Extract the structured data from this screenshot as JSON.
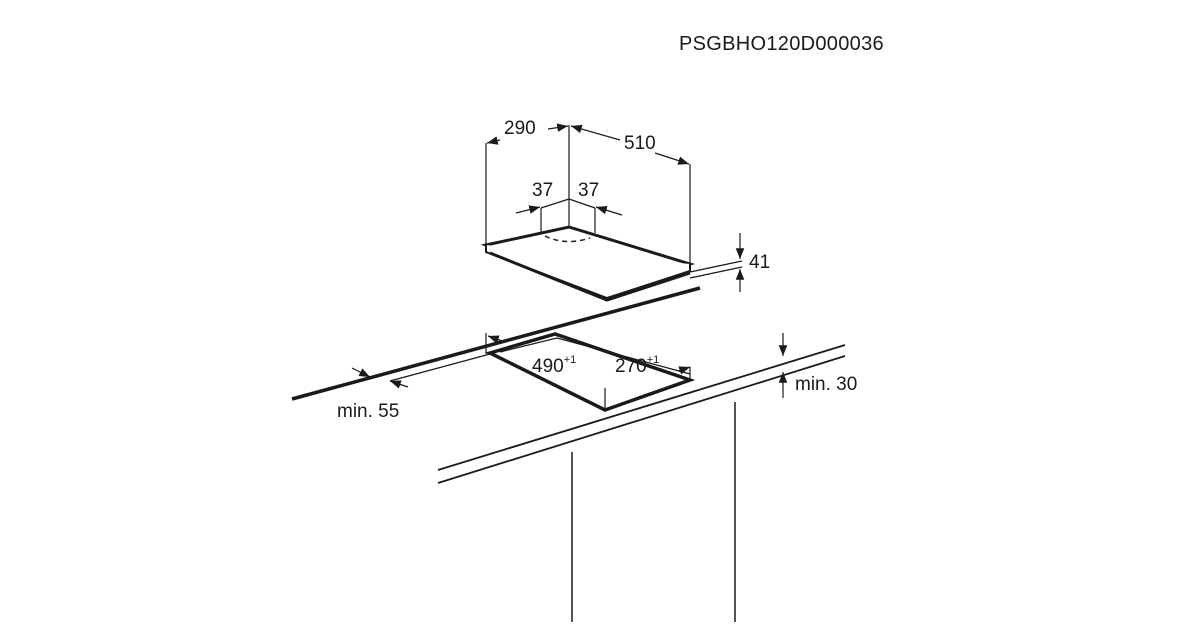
{
  "diagram": {
    "code": "PSGBHO120D000036",
    "dimensions": {
      "depth": "290",
      "width": "510",
      "offset_left": "37",
      "offset_right": "37",
      "height": "41",
      "cutout_width": "490",
      "cutout_width_tol": "+1",
      "cutout_depth": "270",
      "cutout_depth_tol": "+1",
      "min_front": "min. 55",
      "min_thickness": "min. 30"
    }
  }
}
